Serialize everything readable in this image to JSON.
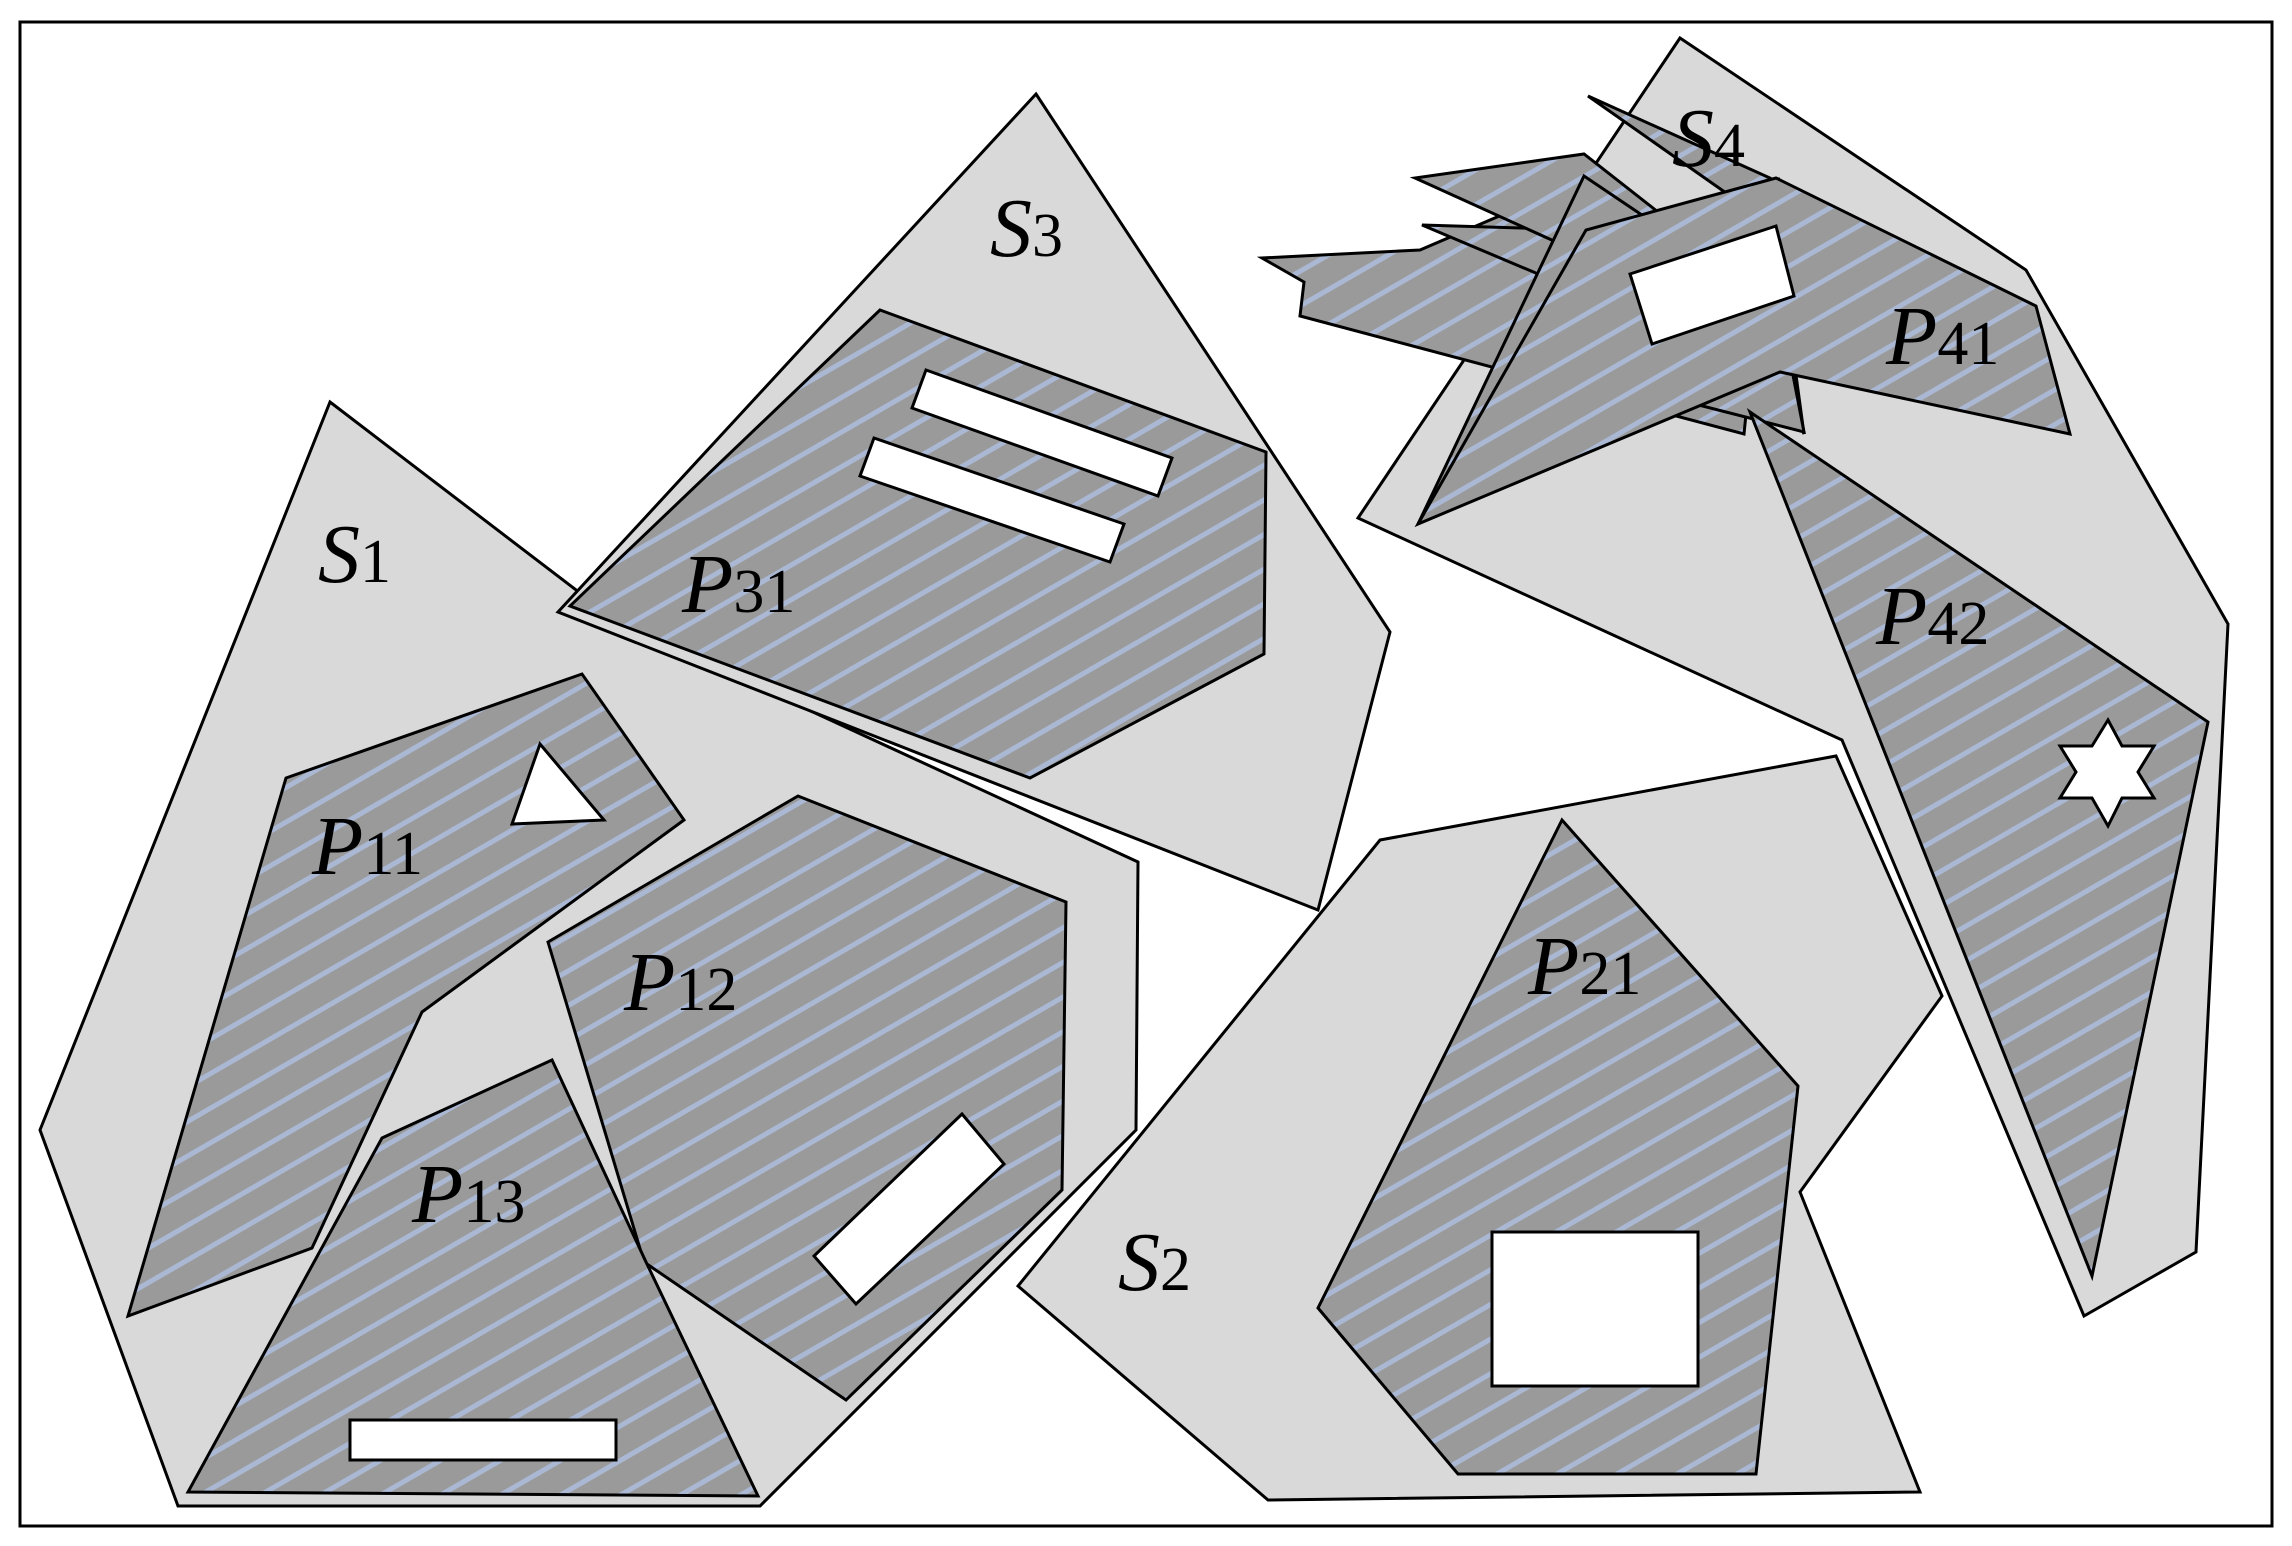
{
  "regions": {
    "s1": {
      "label": "S",
      "sub": "1"
    },
    "s2": {
      "label": "S",
      "sub": "2"
    },
    "s3": {
      "label": "S",
      "sub": "3"
    },
    "s4": {
      "label": "S",
      "sub": "4"
    }
  },
  "parts": {
    "p11": {
      "label": "P",
      "sub": "11"
    },
    "p12": {
      "label": "P",
      "sub": "12"
    },
    "p13": {
      "label": "P",
      "sub": "13"
    },
    "p21": {
      "label": "P",
      "sub": "21"
    },
    "p31": {
      "label": "P",
      "sub": "31"
    },
    "p41": {
      "label": "P",
      "sub": "41"
    },
    "p42": {
      "label": "P",
      "sub": "42"
    }
  },
  "colors": {
    "region_fill": "#d9d9d9",
    "part_fill": "#9a9a9a",
    "hatch_line": "#aab8d4",
    "outline": "#000000"
  }
}
